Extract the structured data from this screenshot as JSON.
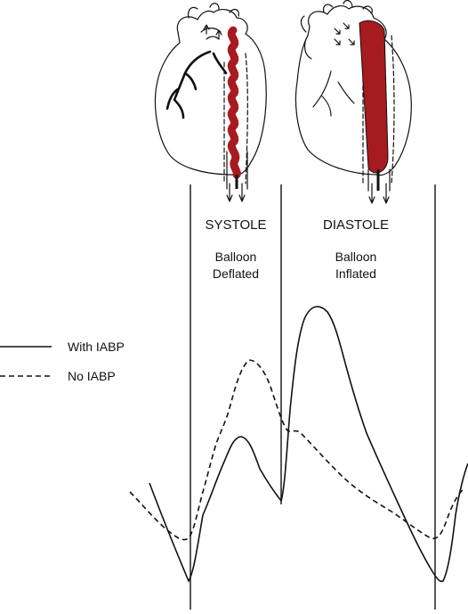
{
  "phases": [
    {
      "name": "SYSTOLE",
      "state_line1": "Balloon",
      "state_line2": "Deflated"
    },
    {
      "name": "DIASTOLE",
      "state_line1": "Balloon",
      "state_line2": "Inflated"
    }
  ],
  "legend": [
    {
      "label": "With IABP",
      "style": "solid"
    },
    {
      "label": "No IABP",
      "style": "dashed"
    }
  ],
  "colors": {
    "balloon": "#a61b1f",
    "line": "#111111",
    "background": "#ffffff"
  }
}
